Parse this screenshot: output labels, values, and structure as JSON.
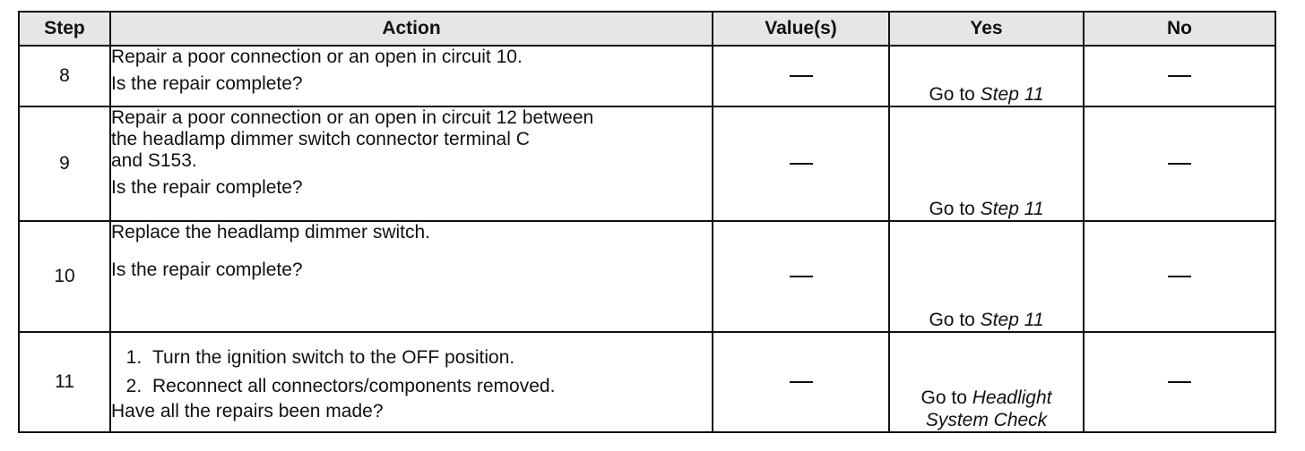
{
  "headers": {
    "step": "Step",
    "action": "Action",
    "values": "Value(s)",
    "yes": "Yes",
    "no": "No"
  },
  "rows": [
    {
      "step": "8",
      "action_lines": [
        "Repair a poor connection or an open in circuit 10."
      ],
      "question": "Is the repair complete?",
      "value": "—",
      "yes_prefix": "Go to ",
      "yes_target": "Step 11",
      "no": "—"
    },
    {
      "step": "9",
      "action_lines": [
        "Repair a poor connection or an open in circuit 12 between",
        "the headlamp dimmer switch connector terminal C",
        "and S153."
      ],
      "question": "Is the repair complete?",
      "value": "—",
      "yes_prefix": "Go to ",
      "yes_target": "Step 11",
      "no": "—"
    },
    {
      "step": "10",
      "action_lines": [
        "Replace the headlamp dimmer switch."
      ],
      "question": "Is the repair complete?",
      "value": "—",
      "yes_prefix": "Go to ",
      "yes_target": "Step 11",
      "no": "—"
    },
    {
      "step": "11",
      "items": [
        "Turn the ignition switch to the OFF position.",
        "Reconnect all connectors/components removed."
      ],
      "question": "Have all the repairs been made?",
      "value": "—",
      "yes_prefix": "Go to ",
      "yes_target": "Headlight",
      "yes_line2": "System Check",
      "no": "—"
    }
  ]
}
